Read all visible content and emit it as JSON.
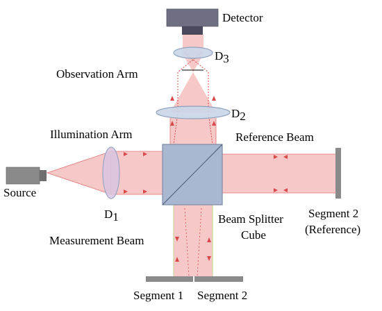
{
  "labels": {
    "detector": "Detector",
    "d3_letter": "D",
    "d3_sub": "3",
    "observation_arm": "Observation Arm",
    "d2_letter": "D",
    "d2_sub": "2",
    "illumination_arm": "Illumination Arm",
    "reference_beam": "Reference Beam",
    "source": "Source",
    "d1_letter": "D",
    "d1_sub": "1",
    "segment2_reference_line1": "Segment 2",
    "segment2_reference_line2": "(Reference)",
    "beam_splitter_line1": "Beam Splitter",
    "beam_splitter_line2": "Cube",
    "measurement_beam": "Measurement Beam",
    "segment1": "Segment 1",
    "segment2": "Segment 2"
  },
  "colors": {
    "beam_fill": "#f7c8c8",
    "beam_edge": "#e05a5a",
    "arrow": "#d94848",
    "lens_fill": "#c9d6e8",
    "lens_edge": "#8fa1bd",
    "cube_fill": "#a9b7d1",
    "cube_edge": "#7c8aa6",
    "detector_body": "#6f6f82",
    "detector_window": "#4a4a5c",
    "source_body": "#8a8a8a",
    "mirror": "#8a8a8a",
    "lens1_tint": "#d8c4e0",
    "dotted_ray": "#d94848"
  }
}
